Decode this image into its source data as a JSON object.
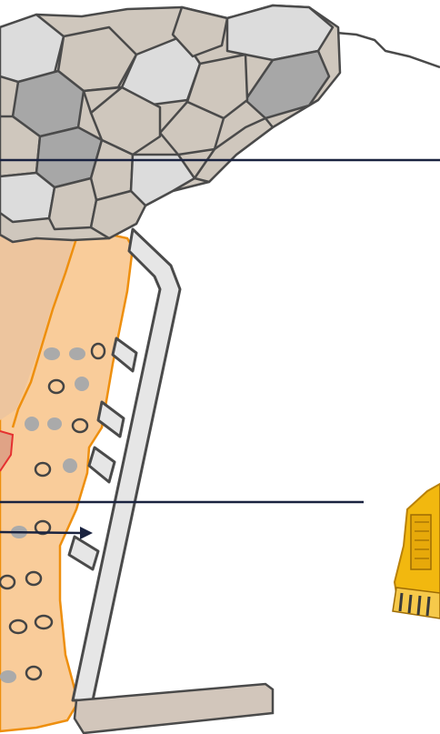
{
  "diagram": {
    "elements": [
      "broken-rock-rubble",
      "mountain-slope-outline",
      "orange-ore-zone",
      "ore-pellets",
      "grey-drawpoint-structure",
      "concrete-base-slab",
      "level-line-upper",
      "level-line-lower",
      "flow-arrow",
      "loader-machine"
    ],
    "colors": {
      "ore_fill": "#f9cc9a",
      "ore_fill_dark": "#edc59e",
      "ore_outline": "#ee8f0e",
      "rock_fill": "#cfc7bd",
      "rock_fill_light": "#dcdcdc",
      "rock_fill_dark": "#a7a7a7",
      "rock_outline": "#4a4a4a",
      "structure_fill": "#e6e6e6",
      "slab_fill": "#d2c6bb",
      "line_color": "#1a2340",
      "marker_red": "#e53030",
      "loader_yellow": "#f2b80f"
    }
  }
}
